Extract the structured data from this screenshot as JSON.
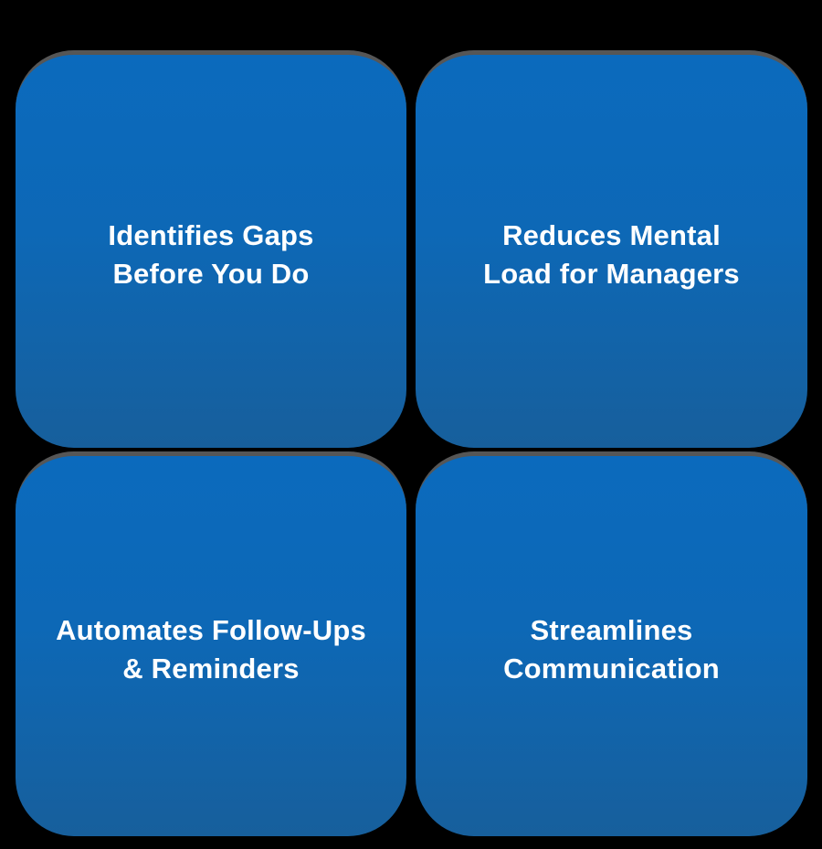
{
  "theme": {
    "background": "#000000",
    "card_gradient_top": "#0b6abd",
    "card_gradient_bottom": "#175f9c",
    "card_top_edge": "#565656",
    "text_color": "#ffffff"
  },
  "cards": [
    {
      "line1": "Identifies Gaps",
      "line2": "Before You Do"
    },
    {
      "line1": "Reduces Mental",
      "line2": "Load for Managers"
    },
    {
      "line1": "Automates Follow-Ups",
      "line2": "& Reminders"
    },
    {
      "line1": "Streamlines",
      "line2": "Communication"
    }
  ]
}
